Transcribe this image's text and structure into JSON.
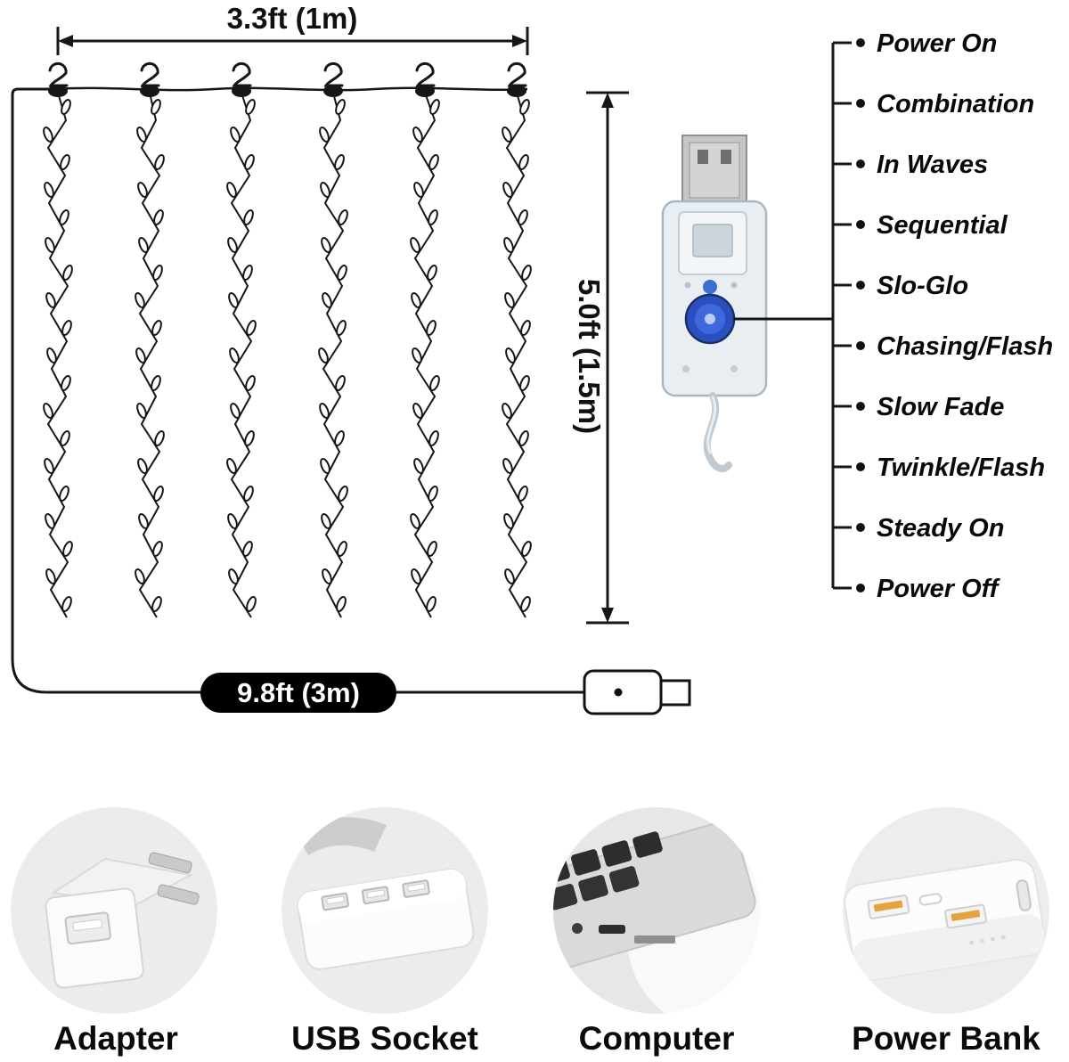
{
  "dimensions": {
    "width": "3.3ft (1m)",
    "height": "5.0ft (1.5m)",
    "lead": "9.8ft (3m)"
  },
  "modes": [
    "Power On",
    "Combination",
    "In Waves",
    "Sequential",
    "Slo-Glo",
    "Chasing/Flash",
    "Slow Fade",
    "Twinkle/Flash",
    "Steady On",
    "Power Off"
  ],
  "power_labels": [
    "Adapter",
    "USB Socket",
    "Computer",
    "Power Bank"
  ],
  "curtain": {
    "strands": 6,
    "bulbs_per_strand": 19
  },
  "colors": {
    "line": "#161616",
    "button_blue": "#2a50c0",
    "label_bg": "#000000",
    "label_text": "#ffffff"
  }
}
